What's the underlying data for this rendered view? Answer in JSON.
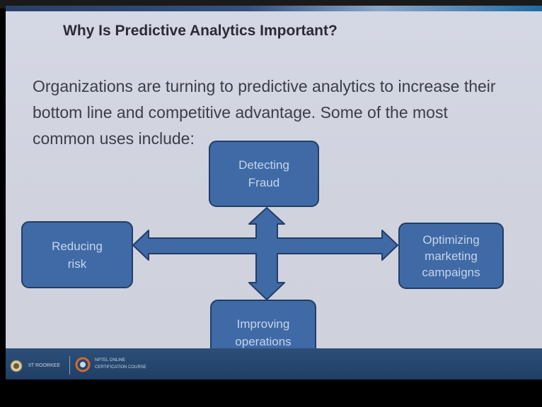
{
  "slide": {
    "title": "Why Is Predictive Analytics Important?",
    "body_lines": [
      "Organizations are turning to predictive analytics to increase their",
      "bottom line and competitive advantage. Some of the most",
      "common uses include:"
    ]
  },
  "diagram": {
    "boxes": {
      "top": [
        "Detecting",
        "Fraud"
      ],
      "left": [
        "Reducing",
        "risk"
      ],
      "right": [
        "Optimizing",
        "marketing",
        "campaigns"
      ],
      "bottom": [
        "Improving",
        "operations"
      ]
    },
    "colors": {
      "box_fill": "#3f6aa6",
      "box_stroke": "#233e66",
      "arrow_fill": "#3f6aa6",
      "text": "#c6d4ea"
    }
  },
  "footer": {
    "institute": "IIT ROORKEE",
    "course_line1": "NPTEL ONLINE",
    "course_line2": "CERTIFICATION COURSE",
    "bar_color": "#2c4f78"
  }
}
